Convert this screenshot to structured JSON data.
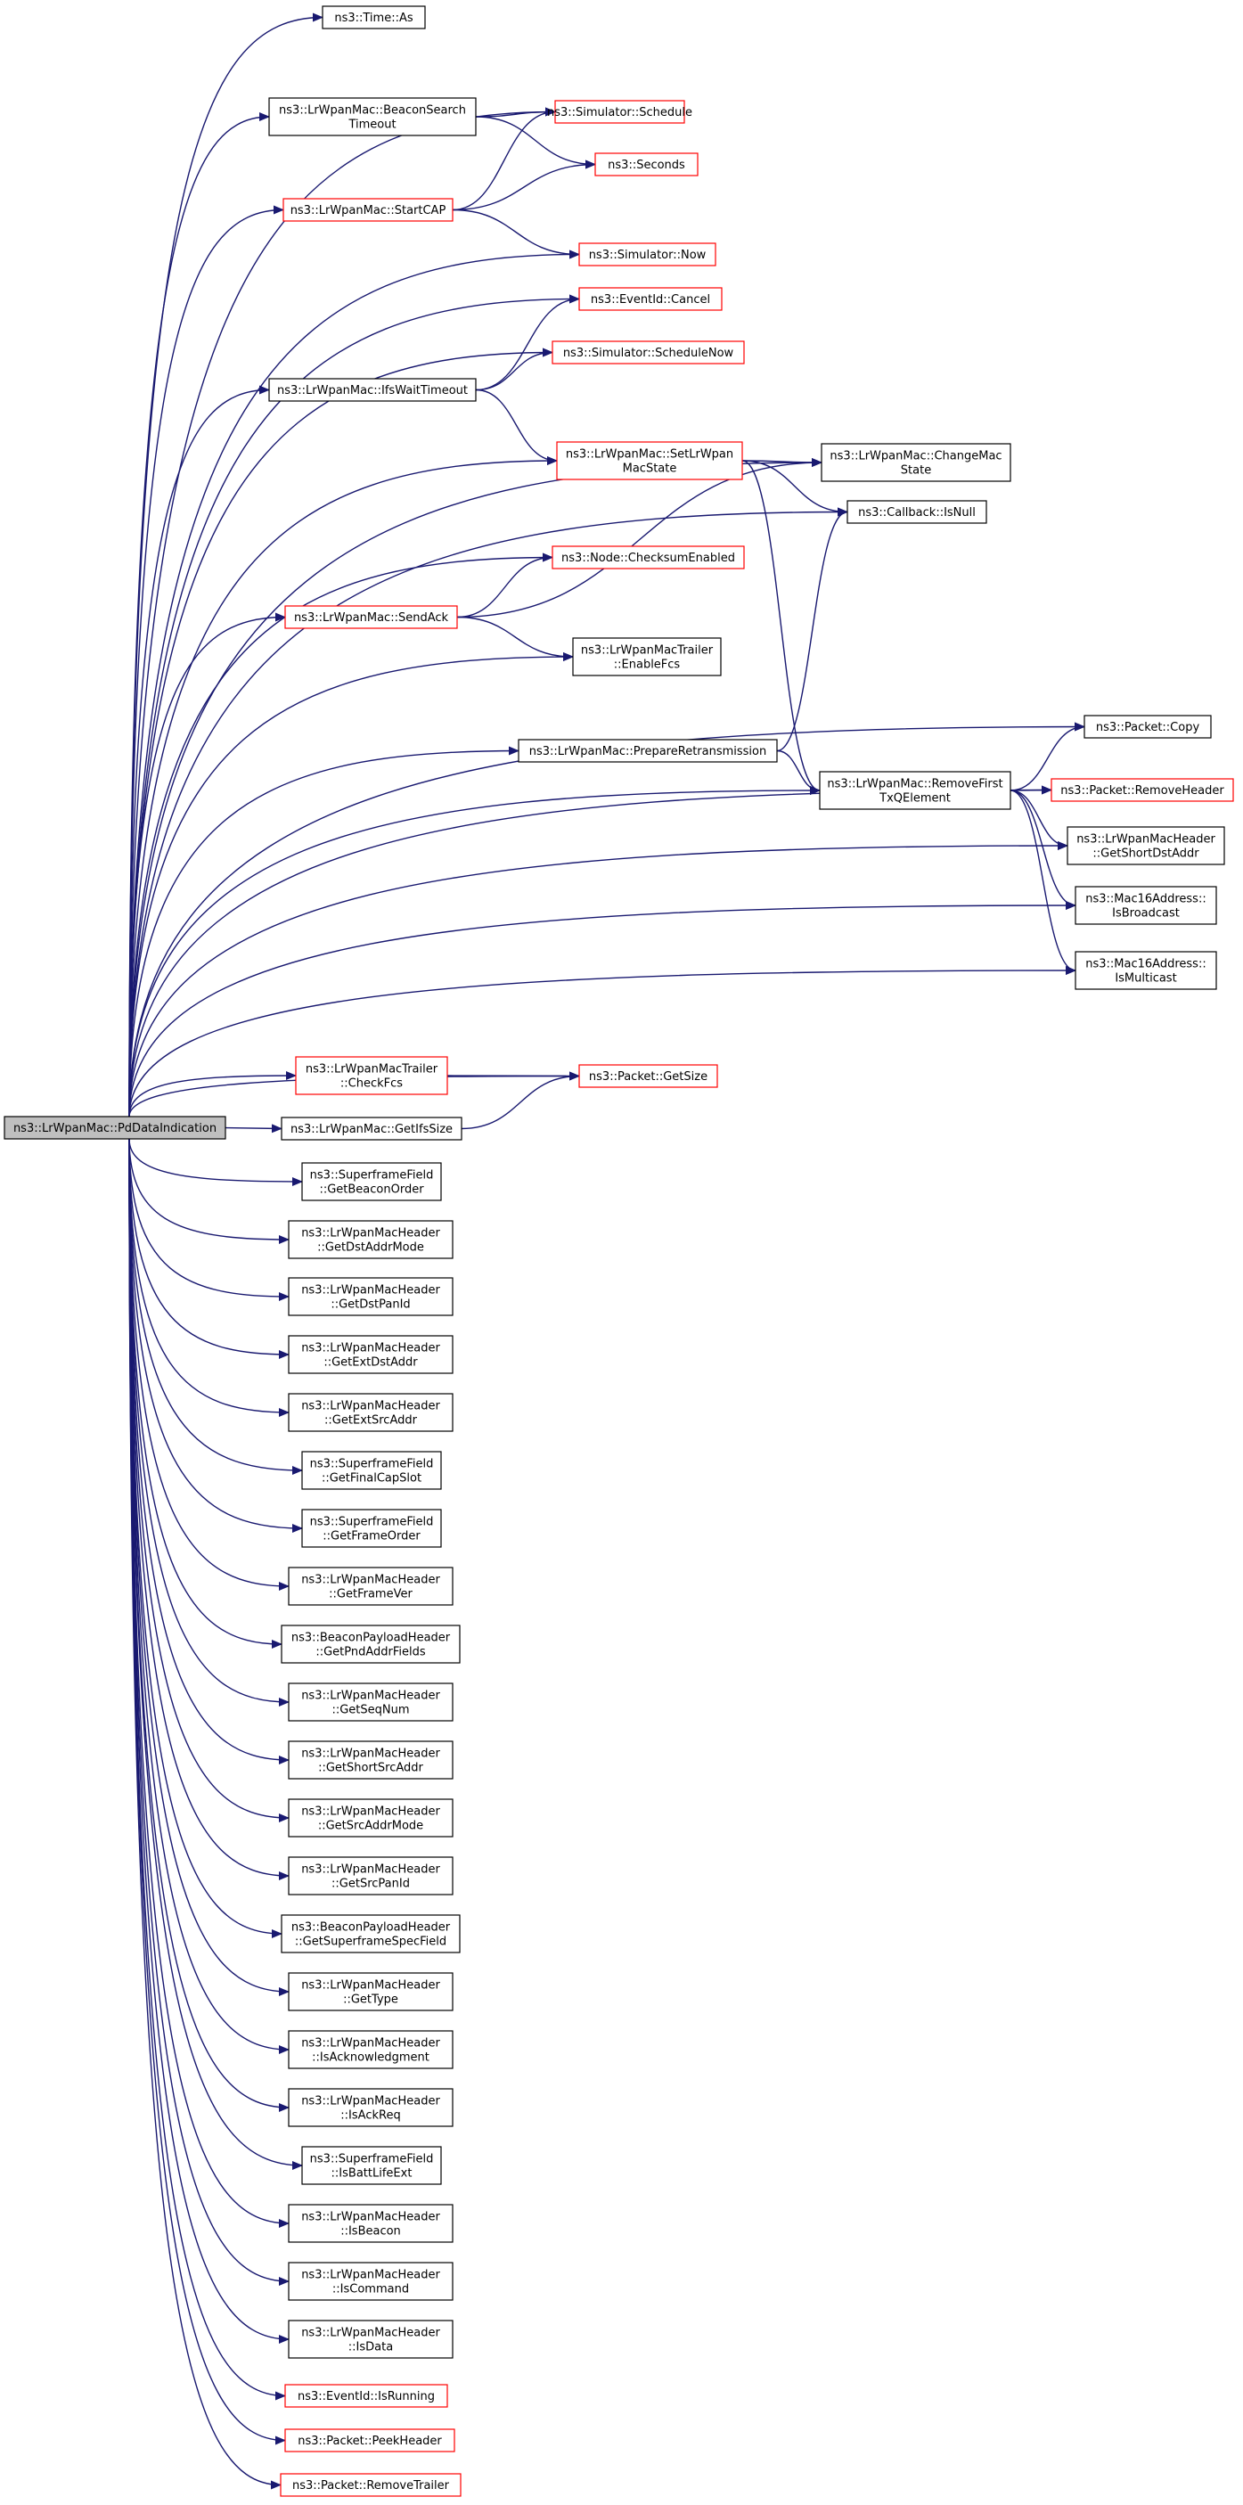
{
  "colors": {
    "edge": "#191970",
    "border_red": "#ff0000",
    "border_black": "#000000",
    "root_fill": "#bfbfbf"
  },
  "root": {
    "id": "root",
    "lines": [
      "ns3::LrWpanMac::PdDataIndication"
    ]
  },
  "nodes": [
    {
      "id": "time_as",
      "lines": [
        "ns3::Time::As"
      ],
      "red": false
    },
    {
      "id": "beacon_search",
      "lines": [
        "ns3::LrWpanMac::BeaconSearch",
        "Timeout"
      ],
      "red": false
    },
    {
      "id": "sim_schedule",
      "lines": [
        "ns3::Simulator::Schedule"
      ],
      "red": true
    },
    {
      "id": "seconds",
      "lines": [
        "ns3::Seconds"
      ],
      "red": true
    },
    {
      "id": "start_cap",
      "lines": [
        "ns3::LrWpanMac::StartCAP"
      ],
      "red": true
    },
    {
      "id": "sim_now",
      "lines": [
        "ns3::Simulator::Now"
      ],
      "red": true
    },
    {
      "id": "event_cancel",
      "lines": [
        "ns3::EventId::Cancel"
      ],
      "red": true
    },
    {
      "id": "sim_schedule_now",
      "lines": [
        "ns3::Simulator::ScheduleNow"
      ],
      "red": true
    },
    {
      "id": "ifs_wait",
      "lines": [
        "ns3::LrWpanMac::IfsWaitTimeout"
      ],
      "red": false
    },
    {
      "id": "set_state",
      "lines": [
        "ns3::LrWpanMac::SetLrWpan",
        "MacState"
      ],
      "red": true
    },
    {
      "id": "change_state",
      "lines": [
        "ns3::LrWpanMac::ChangeMac",
        "State"
      ],
      "red": false
    },
    {
      "id": "cb_isnull",
      "lines": [
        "ns3::Callback::IsNull"
      ],
      "red": false
    },
    {
      "id": "checksum",
      "lines": [
        "ns3::Node::ChecksumEnabled"
      ],
      "red": true
    },
    {
      "id": "send_ack",
      "lines": [
        "ns3::LrWpanMac::SendAck"
      ],
      "red": true
    },
    {
      "id": "enable_fcs",
      "lines": [
        "ns3::LrWpanMacTrailer",
        "::EnableFcs"
      ],
      "red": false
    },
    {
      "id": "pkt_copy",
      "lines": [
        "ns3::Packet::Copy"
      ],
      "red": false
    },
    {
      "id": "prep_retx",
      "lines": [
        "ns3::LrWpanMac::PrepareRetransmission"
      ],
      "red": false
    },
    {
      "id": "remove_first",
      "lines": [
        "ns3::LrWpanMac::RemoveFirst",
        "TxQElement"
      ],
      "red": false
    },
    {
      "id": "pkt_remove_header",
      "lines": [
        "ns3::Packet::RemoveHeader"
      ],
      "red": true
    },
    {
      "id": "short_dst",
      "lines": [
        "ns3::LrWpanMacHeader",
        "::GetShortDstAddr"
      ],
      "red": false
    },
    {
      "id": "is_broadcast",
      "lines": [
        "ns3::Mac16Address::",
        "IsBroadcast"
      ],
      "red": false
    },
    {
      "id": "is_multicast",
      "lines": [
        "ns3::Mac16Address::",
        "IsMulticast"
      ],
      "red": false
    },
    {
      "id": "check_fcs",
      "lines": [
        "ns3::LrWpanMacTrailer",
        "::CheckFcs"
      ],
      "red": true
    },
    {
      "id": "pkt_getsize",
      "lines": [
        "ns3::Packet::GetSize"
      ],
      "red": true
    },
    {
      "id": "get_ifs",
      "lines": [
        "ns3::LrWpanMac::GetIfsSize"
      ],
      "red": false
    },
    {
      "id": "beacon_order",
      "lines": [
        "ns3::SuperframeField",
        "::GetBeaconOrder"
      ],
      "red": false
    },
    {
      "id": "dst_addr_mode",
      "lines": [
        "ns3::LrWpanMacHeader",
        "::GetDstAddrMode"
      ],
      "red": false
    },
    {
      "id": "dst_pan",
      "lines": [
        "ns3::LrWpanMacHeader",
        "::GetDstPanId"
      ],
      "red": false
    },
    {
      "id": "ext_dst",
      "lines": [
        "ns3::LrWpanMacHeader",
        "::GetExtDstAddr"
      ],
      "red": false
    },
    {
      "id": "ext_src",
      "lines": [
        "ns3::LrWpanMacHeader",
        "::GetExtSrcAddr"
      ],
      "red": false
    },
    {
      "id": "final_cap",
      "lines": [
        "ns3::SuperframeField",
        "::GetFinalCapSlot"
      ],
      "red": false
    },
    {
      "id": "frame_order",
      "lines": [
        "ns3::SuperframeField",
        "::GetFrameOrder"
      ],
      "red": false
    },
    {
      "id": "frame_ver",
      "lines": [
        "ns3::LrWpanMacHeader",
        "::GetFrameVer"
      ],
      "red": false
    },
    {
      "id": "pnd_addr",
      "lines": [
        "ns3::BeaconPayloadHeader",
        "::GetPndAddrFields"
      ],
      "red": false
    },
    {
      "id": "seq_num",
      "lines": [
        "ns3::LrWpanMacHeader",
        "::GetSeqNum"
      ],
      "red": false
    },
    {
      "id": "short_src",
      "lines": [
        "ns3::LrWpanMacHeader",
        "::GetShortSrcAddr"
      ],
      "red": false
    },
    {
      "id": "src_addr_mode",
      "lines": [
        "ns3::LrWpanMacHeader",
        "::GetSrcAddrMode"
      ],
      "red": false
    },
    {
      "id": "src_pan",
      "lines": [
        "ns3::LrWpanMacHeader",
        "::GetSrcPanId"
      ],
      "red": false
    },
    {
      "id": "superframe_spec",
      "lines": [
        "ns3::BeaconPayloadHeader",
        "::GetSuperframeSpecField"
      ],
      "red": false
    },
    {
      "id": "get_type",
      "lines": [
        "ns3::LrWpanMacHeader",
        "::GetType"
      ],
      "red": false
    },
    {
      "id": "is_ack",
      "lines": [
        "ns3::LrWpanMacHeader",
        "::IsAcknowledgment"
      ],
      "red": false
    },
    {
      "id": "is_ack_req",
      "lines": [
        "ns3::LrWpanMacHeader",
        "::IsAckReq"
      ],
      "red": false
    },
    {
      "id": "batt_life",
      "lines": [
        "ns3::SuperframeField",
        "::IsBattLifeExt"
      ],
      "red": false
    },
    {
      "id": "is_beacon",
      "lines": [
        "ns3::LrWpanMacHeader",
        "::IsBeacon"
      ],
      "red": false
    },
    {
      "id": "is_command",
      "lines": [
        "ns3::LrWpanMacHeader",
        "::IsCommand"
      ],
      "red": false
    },
    {
      "id": "is_data",
      "lines": [
        "ns3::LrWpanMacHeader",
        "::IsData"
      ],
      "red": false
    },
    {
      "id": "is_running",
      "lines": [
        "ns3::EventId::IsRunning"
      ],
      "red": true
    },
    {
      "id": "peek_header",
      "lines": [
        "ns3::Packet::PeekHeader"
      ],
      "red": true
    },
    {
      "id": "remove_trailer",
      "lines": [
        "ns3::Packet::RemoveTrailer"
      ],
      "red": true
    }
  ],
  "edges": [
    [
      "root",
      "time_as"
    ],
    [
      "root",
      "sim_schedule"
    ],
    [
      "root",
      "beacon_search"
    ],
    [
      "root",
      "start_cap"
    ],
    [
      "root",
      "sim_now"
    ],
    [
      "root",
      "event_cancel"
    ],
    [
      "root",
      "sim_schedule_now"
    ],
    [
      "root",
      "ifs_wait"
    ],
    [
      "root",
      "change_state"
    ],
    [
      "root",
      "set_state"
    ],
    [
      "root",
      "cb_isnull"
    ],
    [
      "root",
      "checksum"
    ],
    [
      "root",
      "send_ack"
    ],
    [
      "root",
      "enable_fcs"
    ],
    [
      "root",
      "pkt_copy"
    ],
    [
      "root",
      "prep_retx"
    ],
    [
      "root",
      "remove_first"
    ],
    [
      "root",
      "pkt_remove_header"
    ],
    [
      "root",
      "short_dst"
    ],
    [
      "root",
      "is_broadcast"
    ],
    [
      "root",
      "is_multicast"
    ],
    [
      "root",
      "pkt_getsize"
    ],
    [
      "root",
      "check_fcs"
    ],
    [
      "root",
      "get_ifs"
    ],
    [
      "root",
      "beacon_order"
    ],
    [
      "root",
      "dst_addr_mode"
    ],
    [
      "root",
      "dst_pan"
    ],
    [
      "root",
      "ext_dst"
    ],
    [
      "root",
      "ext_src"
    ],
    [
      "root",
      "final_cap"
    ],
    [
      "root",
      "frame_order"
    ],
    [
      "root",
      "frame_ver"
    ],
    [
      "root",
      "pnd_addr"
    ],
    [
      "root",
      "seq_num"
    ],
    [
      "root",
      "short_src"
    ],
    [
      "root",
      "src_addr_mode"
    ],
    [
      "root",
      "src_pan"
    ],
    [
      "root",
      "superframe_spec"
    ],
    [
      "root",
      "get_type"
    ],
    [
      "root",
      "is_ack"
    ],
    [
      "root",
      "is_ack_req"
    ],
    [
      "root",
      "batt_life"
    ],
    [
      "root",
      "is_beacon"
    ],
    [
      "root",
      "is_command"
    ],
    [
      "root",
      "is_data"
    ],
    [
      "root",
      "is_running"
    ],
    [
      "root",
      "peek_header"
    ],
    [
      "root",
      "remove_trailer"
    ],
    [
      "beacon_search",
      "sim_schedule"
    ],
    [
      "beacon_search",
      "seconds"
    ],
    [
      "start_cap",
      "sim_schedule"
    ],
    [
      "start_cap",
      "seconds"
    ],
    [
      "start_cap",
      "sim_now"
    ],
    [
      "ifs_wait",
      "event_cancel"
    ],
    [
      "ifs_wait",
      "sim_schedule_now"
    ],
    [
      "ifs_wait",
      "set_state"
    ],
    [
      "set_state",
      "change_state"
    ],
    [
      "set_state",
      "cb_isnull"
    ],
    [
      "set_state",
      "remove_first"
    ],
    [
      "send_ack",
      "checksum"
    ],
    [
      "send_ack",
      "change_state"
    ],
    [
      "send_ack",
      "enable_fcs"
    ],
    [
      "prep_retx",
      "cb_isnull"
    ],
    [
      "prep_retx",
      "remove_first"
    ],
    [
      "remove_first",
      "pkt_copy"
    ],
    [
      "remove_first",
      "pkt_remove_header"
    ],
    [
      "remove_first",
      "short_dst"
    ],
    [
      "remove_first",
      "is_broadcast"
    ],
    [
      "remove_first",
      "is_multicast"
    ],
    [
      "check_fcs",
      "pkt_getsize"
    ],
    [
      "get_ifs",
      "pkt_getsize"
    ]
  ]
}
